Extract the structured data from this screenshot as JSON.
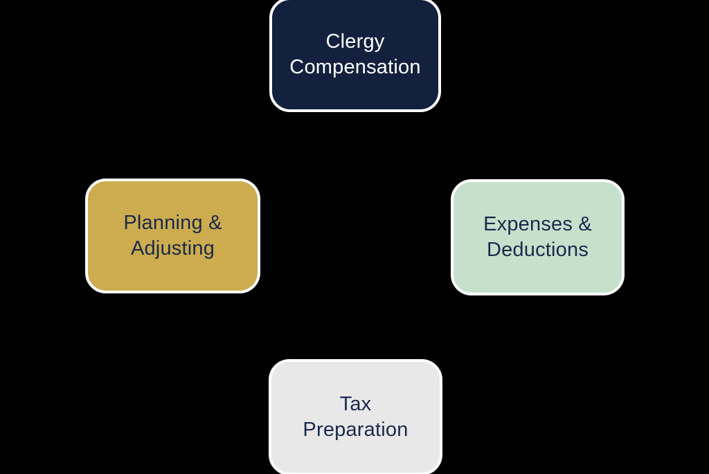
{
  "diagram": {
    "background": "#000000",
    "node_border_color": "#FFFFFF",
    "nodes": [
      {
        "id": "clergy-compensation",
        "position": "top",
        "line1": "Clergy",
        "line2": "Compensation",
        "bg": "#13213F",
        "text_color": "#FFFFFF"
      },
      {
        "id": "planning-adjusting",
        "position": "left",
        "line1": "Planning &",
        "line2": "Adjusting",
        "bg": "#CCAC4E",
        "text_color": "#1B294B"
      },
      {
        "id": "expenses-deductions",
        "position": "right",
        "line1": "Expenses &",
        "line2": "Deductions",
        "bg": "#C7E0CB",
        "text_color": "#1B294B"
      },
      {
        "id": "tax-preparation",
        "position": "bottom",
        "line1": "Tax",
        "line2": "Preparation",
        "bg": "#E8E8E9",
        "text_color": "#1B294B"
      }
    ]
  }
}
